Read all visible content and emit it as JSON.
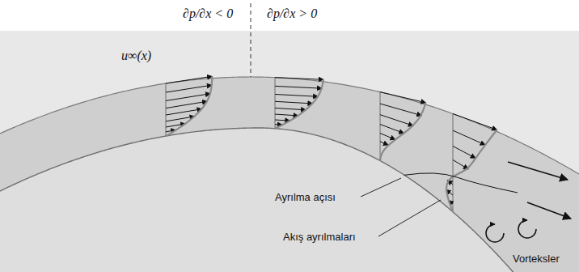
{
  "diagram": {
    "labels": [
      "∂p/∂x < 0",
      "∂p/∂x > 0",
      "u∞(x)",
      "Ayrılma açısı",
      "Akış ayrılmaları",
      "Vorteksler"
    ]
  }
}
